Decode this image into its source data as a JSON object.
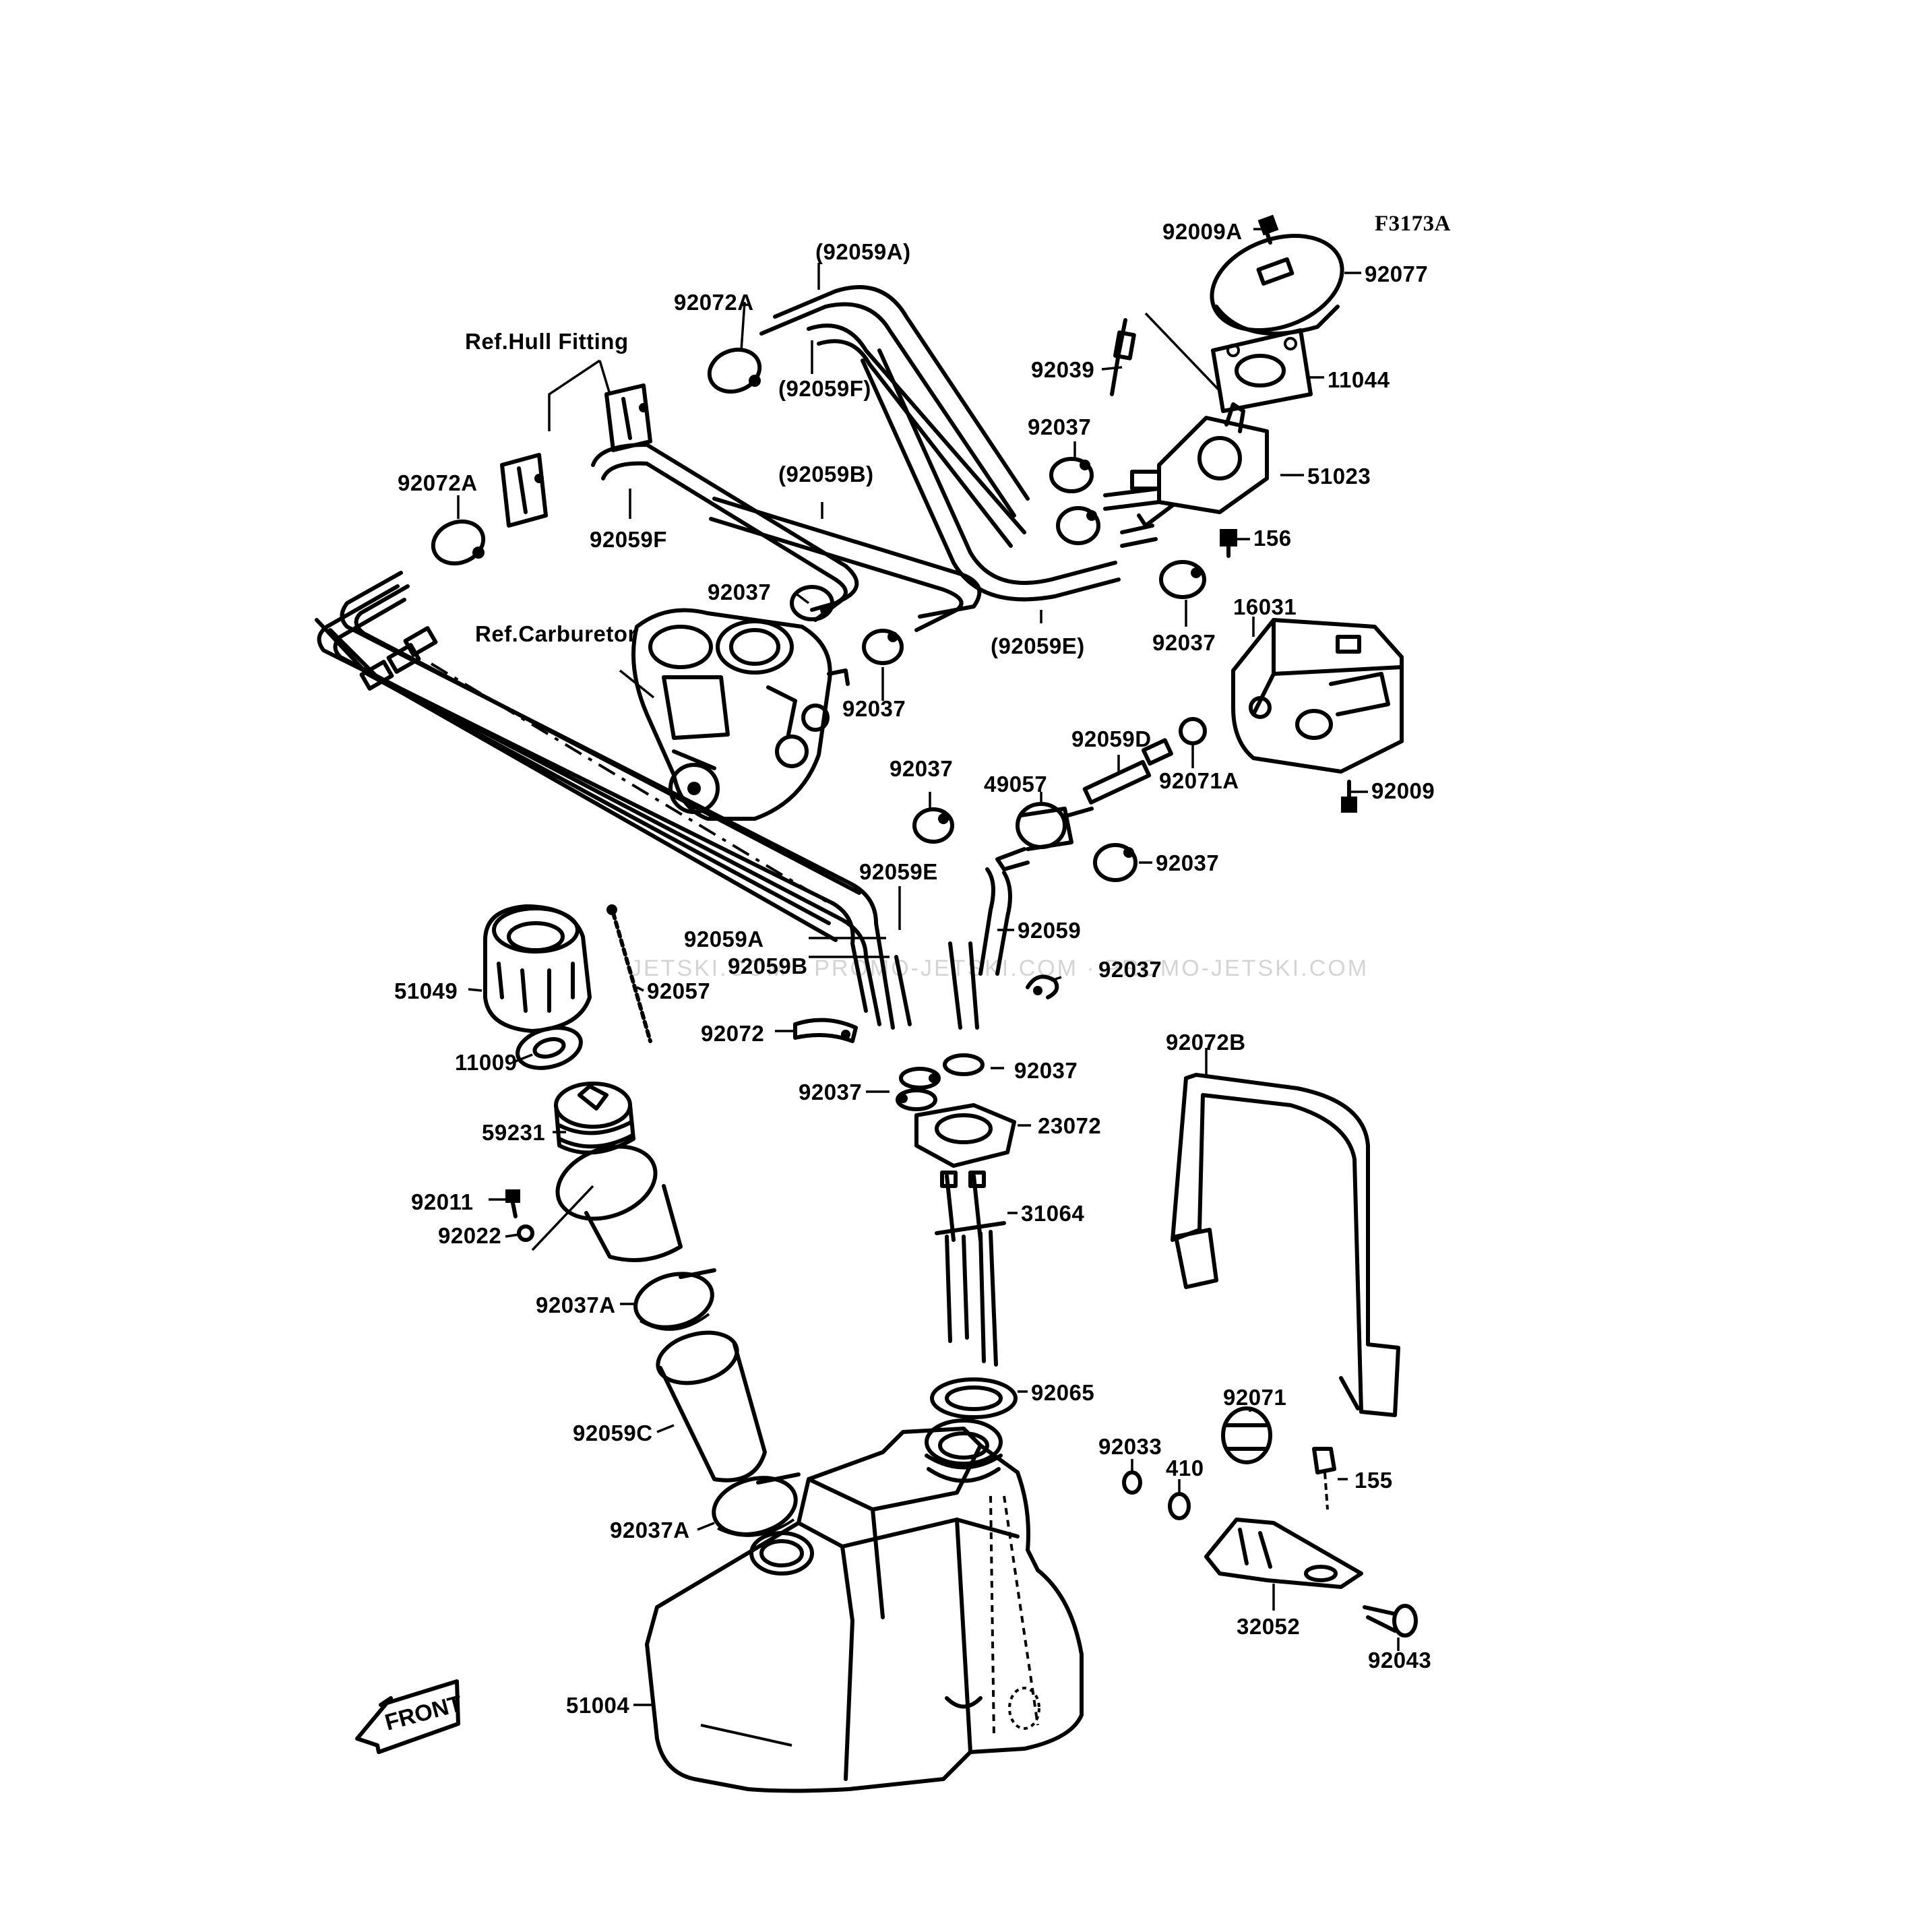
{
  "diagram_code": "F3173A",
  "watermark": "JETSKI.COM · PROMO-JETSKI.COM · PROMO-JETSKI.COM",
  "front_label": "FRONT",
  "labels": {
    "p92009A": "92009A",
    "p92077": "92077",
    "p92059A_top": "(92059A)",
    "p92072A_top": "92072A",
    "ref_hull": "Ref.Hull Fitting",
    "p92059F_paren": "(92059F)",
    "p92039": "92039",
    "p11044": "11044",
    "p92037_a": "92037",
    "p51023": "51023",
    "p92072A_left": "92072A",
    "p92059B_paren": "(92059B)",
    "p92059F": "92059F",
    "p156": "156",
    "p92037_b": "92037",
    "p16031": "16031",
    "ref_carb": "Ref.Carburetor",
    "p92059E_paren": "(92059E)",
    "p92037_c": "92037",
    "p92037_d": "92037",
    "p92037_e": "92037",
    "p92059D": "92059D",
    "p49057": "49057",
    "p92071A": "92071A",
    "p92009": "92009",
    "p92037_f": "92037",
    "p92059E": "92059E",
    "p92059": "92059",
    "p92059A": "92059A",
    "p92059B": "92059B",
    "p51049": "51049",
    "p92057": "92057",
    "p92037_g": "92037",
    "p92072": "92072",
    "p11009": "11009",
    "p92037_h": "92037",
    "p92037_i": "92037",
    "p92072B": "92072B",
    "p59231": "59231",
    "p23072": "23072",
    "p92011": "92011",
    "p31064": "31064",
    "p92022": "92022",
    "p92037A_a": "92037A",
    "p92065": "92065",
    "p92071": "92071",
    "p92059C": "92059C",
    "p92033": "92033",
    "p155": "155",
    "p410": "410",
    "p92037A_b": "92037A",
    "p32052": "32052",
    "p92043": "92043",
    "p51004": "51004"
  }
}
